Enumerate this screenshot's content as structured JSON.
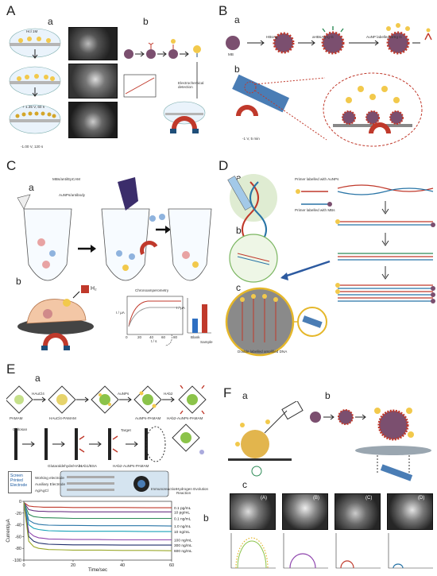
{
  "panels": {
    "A": {
      "label": "A",
      "a": "a",
      "b": "b",
      "steps": [
        "Hcl 1M",
        "+ 1.35 V, 60 s",
        "-1.00 V, 120 s"
      ],
      "b_texts": [
        "Electrochemical detection"
      ]
    },
    "B": {
      "label": "B",
      "a": "a",
      "b": "b",
      "mb": "MB",
      "step1": "HBsAg",
      "step2": "aHBsAg Ig G",
      "step3": "AuNP labelled aHIg G",
      "time": "-1 V, 5 min"
    },
    "C": {
      "label": "C",
      "a": "a",
      "b": "b",
      "reagent1": "MBs/anti/EpCAM",
      "reagent2": "AuNPs/antibody",
      "chrono_title": "Chronoamperometry",
      "chrono_x": "t / s",
      "chrono_y": "I / μA",
      "chrono_ticks_x": [
        "0",
        "20",
        "40",
        "60",
        "80"
      ],
      "bar_y": "I / μA",
      "bar_labels": [
        "Blank",
        "Sample"
      ],
      "h2": "H₂"
    },
    "D": {
      "label": "D",
      "a": "a",
      "b": "b",
      "c": "c",
      "primer1": "Primer labelled with AuNPs",
      "primer2": "Primer labelled with MBs",
      "caption": "Double labelled amplified DNA"
    },
    "E": {
      "label": "E",
      "a": "a",
      "b": "b",
      "flow": [
        "PAMAM",
        "HAuCl4",
        "HAuCl4-PAMAM",
        "AuNPs",
        "AuNPs-PAMAM",
        "HAb2",
        "HAb2-AuNPs-PAMAM"
      ],
      "flow2": [
        "Chitosan",
        "Glutaraldehyde/HAb1",
        "HAb1/BSA",
        "Target",
        "HAb2-AuNPs-PAMAM"
      ],
      "electrode_box": "Screen Printed Electrode",
      "electrodes": [
        "Working electrode",
        "Auxiliary Electrode",
        "Ag/AgCl"
      ],
      "steps": [
        "Immunoreaction",
        "Hydrogen Evolution Reaction"
      ],
      "chart_title": "",
      "legend_note": ""
    },
    "F": {
      "label": "F",
      "a": "a",
      "b": "b",
      "c": "c",
      "sem_labels": [
        "(A)",
        "(B)",
        "(C)",
        "(D)"
      ]
    }
  },
  "chart_data": {
    "type": "line",
    "title": "",
    "xlabel": "Time/sec",
    "ylabel": "Current/μA",
    "xlim": [
      0,
      60
    ],
    "ylim": [
      -100,
      0
    ],
    "x_ticks": [
      "0",
      "20",
      "40",
      "60"
    ],
    "y_ticks": [
      "0",
      "-20",
      "-40",
      "-60",
      "-80",
      "-100"
    ],
    "x": [
      0,
      2,
      4,
      6,
      8,
      10,
      15,
      20,
      30,
      40,
      50,
      60
    ],
    "series": [
      {
        "name": "0.1 pg/mL",
        "color": "#c0392b",
        "values": [
          -2,
          -8,
          -9,
          -9.5,
          -10,
          -10,
          -10,
          -10.5,
          -10.5,
          -10.5,
          -11,
          -11
        ]
      },
      {
        "name": "10 pg/mL",
        "color": "#6c3483",
        "values": [
          -2,
          -14,
          -16,
          -17,
          -17,
          -17.5,
          -17.5,
          -18,
          -18,
          -18,
          -18,
          -18
        ]
      },
      {
        "name": "0.1 ng/mL",
        "color": "#2e8b57",
        "values": [
          -2,
          -22,
          -26,
          -27,
          -28,
          -28,
          -28.5,
          -29,
          -29,
          -29,
          -29,
          -29
        ]
      },
      {
        "name": "1.0 ng/mL",
        "color": "#2874a6",
        "values": [
          -2,
          -32,
          -37,
          -39,
          -40,
          -40.5,
          -41,
          -41,
          -41.5,
          -41.5,
          -41.5,
          -42
        ]
      },
      {
        "name": "10 ng/mL",
        "color": "#17a2b8",
        "values": [
          -2,
          -40,
          -46,
          -48,
          -49,
          -50,
          -50.5,
          -51,
          -51,
          -51,
          -51.5,
          -51.5
        ]
      },
      {
        "name": "100 ng/mL",
        "color": "#8e44ad",
        "values": [
          -2,
          -52,
          -59,
          -62,
          -63,
          -64,
          -64.5,
          -65,
          -65,
          -65.5,
          -65.5,
          -65.5
        ]
      },
      {
        "name": "300 ng/mL",
        "color": "#1f2d6b",
        "values": [
          -2,
          -60,
          -68,
          -71,
          -72,
          -73,
          -73.5,
          -74,
          -74,
          -74.5,
          -74.5,
          -74.5
        ]
      },
      {
        "name": "600 ng/mL",
        "color": "#9aa82a",
        "values": [
          -2,
          -68,
          -77,
          -80,
          -81,
          -82,
          -82.5,
          -83,
          -83,
          -83.5,
          -83.5,
          -84
        ]
      }
    ],
    "grid": false,
    "legend": "right"
  }
}
